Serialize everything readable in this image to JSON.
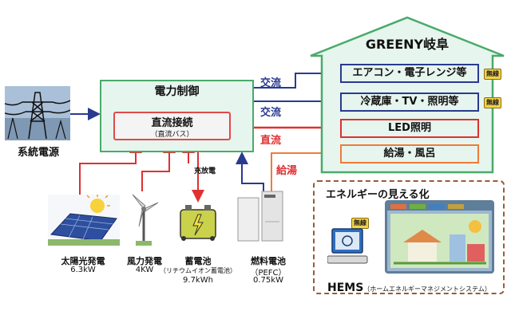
{
  "house": {
    "title": "GREENY岐阜"
  },
  "grid": {
    "label": "系統電源"
  },
  "control": {
    "title": "電力制御",
    "bus_title": "直流接続",
    "bus_subtitle": "（直流バス）"
  },
  "flows": {
    "ac1": "交流",
    "ac2": "交流",
    "dc": "直流",
    "hot": "給湯"
  },
  "charge_label": "充放電",
  "loads": [
    {
      "label": "エアコン・電子レンジ等",
      "tag": "無線"
    },
    {
      "label": "冷蔵庫・TV・照明等",
      "tag": "無線"
    },
    {
      "label": "LED照明"
    },
    {
      "label": "給湯・風呂"
    }
  ],
  "sources": [
    {
      "name": "太陽光発電",
      "value": "6.3kW"
    },
    {
      "name": "風力発電",
      "value": "4KW"
    },
    {
      "name": "蓄電池",
      "detail": "（リチウムイオン蓄電池）",
      "value": "9.7kWh"
    },
    {
      "name": "燃料電池",
      "detail": "（PEFC）",
      "value": "0.75kW"
    }
  ],
  "hems": {
    "heading": "エネルギーの見える化",
    "tag": "無線",
    "label": "HEMS",
    "label_sub": "（ホームエネルギーマネジメントシステム）"
  },
  "colors": {
    "ac": "#2a3a8f",
    "dc": "#e03030",
    "hot": "#f07a3a",
    "house": "#4aaa6a",
    "tag": "#f3d34a"
  }
}
